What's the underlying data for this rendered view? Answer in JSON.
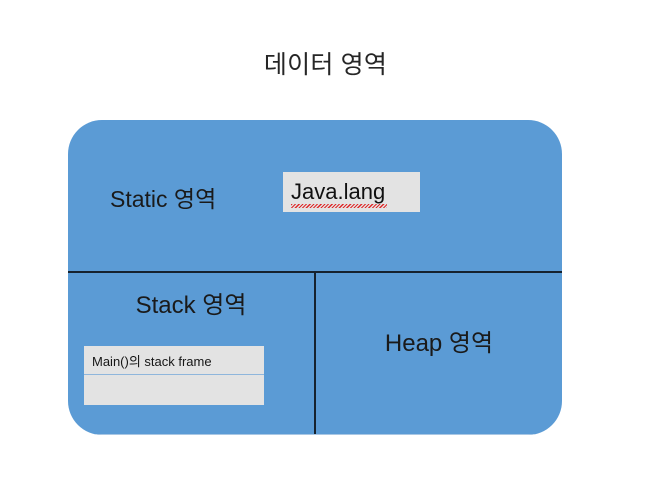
{
  "diagram": {
    "title": "데이터 영역",
    "colors": {
      "box_fill": "#5B9BD5",
      "divider": "#16222e",
      "inner_box_fill": "#e3e3e3",
      "spellcheck_underline": "#e02020",
      "background": "#ffffff",
      "text": "#1a1a1a"
    },
    "regions": {
      "static": {
        "label": "Static 영역",
        "item_box": {
          "text": "Java.lang",
          "spellcheck_flagged": true
        }
      },
      "stack": {
        "label": "Stack 영역",
        "frames": [
          {
            "text": "Main()의 stack frame"
          },
          {
            "text": ""
          }
        ]
      },
      "heap": {
        "label": "Heap 영역"
      }
    }
  }
}
